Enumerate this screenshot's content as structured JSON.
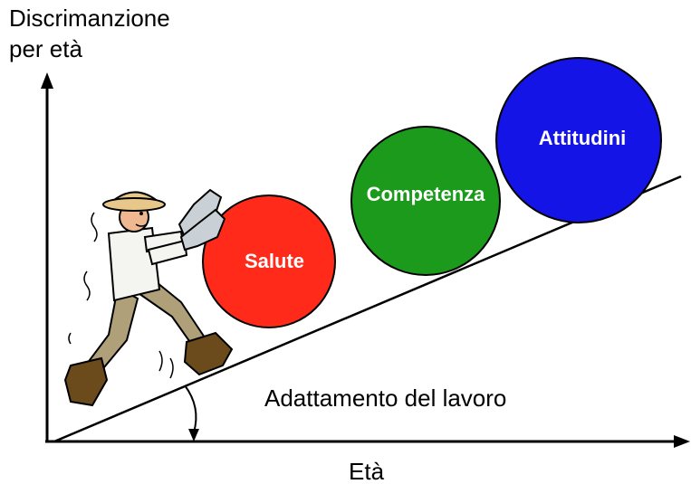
{
  "y_axis": {
    "label_line1": "Discrimanzione",
    "label_line2": "per età"
  },
  "x_axis": {
    "label": "Età"
  },
  "slope": {
    "label": "Adattamento del lavoro"
  },
  "balls": [
    {
      "label": "Salute",
      "color": "#ff2a1a"
    },
    {
      "label": "Competenza",
      "color": "#1c9a1c"
    },
    {
      "label": "Attitudini",
      "color": "#1414e6"
    }
  ],
  "figure": {
    "icon": "worker-pushing-icon",
    "hat_color": "#e8c88a",
    "pants_color": "#b0a07a",
    "boot_color": "#6b4a1c",
    "glove_color": "#c9d1d6"
  }
}
